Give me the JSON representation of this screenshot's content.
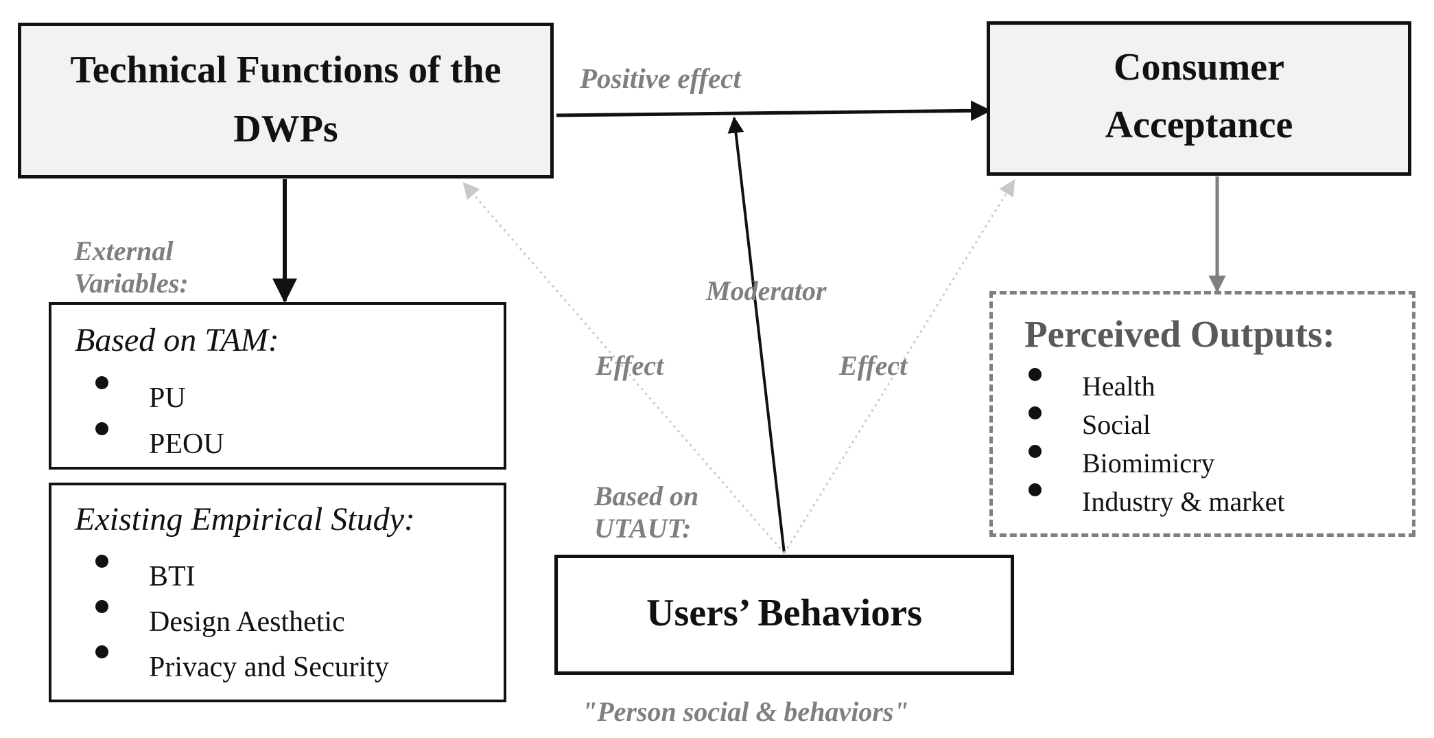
{
  "nodes": {
    "technical": {
      "line1": "Technical Functions of the",
      "line2": "DWPs"
    },
    "consumer": {
      "line1": "Consumer",
      "line2": "Acceptance"
    },
    "users": {
      "title": "Users’ Behaviors"
    },
    "tam": {
      "heading": "Based on TAM:",
      "items": [
        "PU",
        "PEOU"
      ]
    },
    "empirical": {
      "heading": "Existing Empirical Study:",
      "items": [
        "BTI",
        "Design Aesthetic",
        "Privacy and Security"
      ]
    },
    "outputs": {
      "heading": "Perceived Outputs:",
      "items": [
        "Health",
        "Social",
        "Biomimicry",
        "Industry & market"
      ]
    }
  },
  "labels": {
    "positive_effect": "Positive effect",
    "external_line1": "External",
    "external_line2": "Variables:",
    "moderator": "Moderator",
    "effect_left": "Effect",
    "effect_right": "Effect",
    "utaut_line1": "Based on",
    "utaut_line2": "UTAUT:",
    "caption": "\"Person social & behaviors\""
  },
  "colors": {
    "box_fill": "#f2f2f2",
    "line": "#111111",
    "label_gray": "#7f7f7f",
    "dotted_arrow": "#c8c8c8",
    "dashed_border": "#7f7f7f"
  }
}
